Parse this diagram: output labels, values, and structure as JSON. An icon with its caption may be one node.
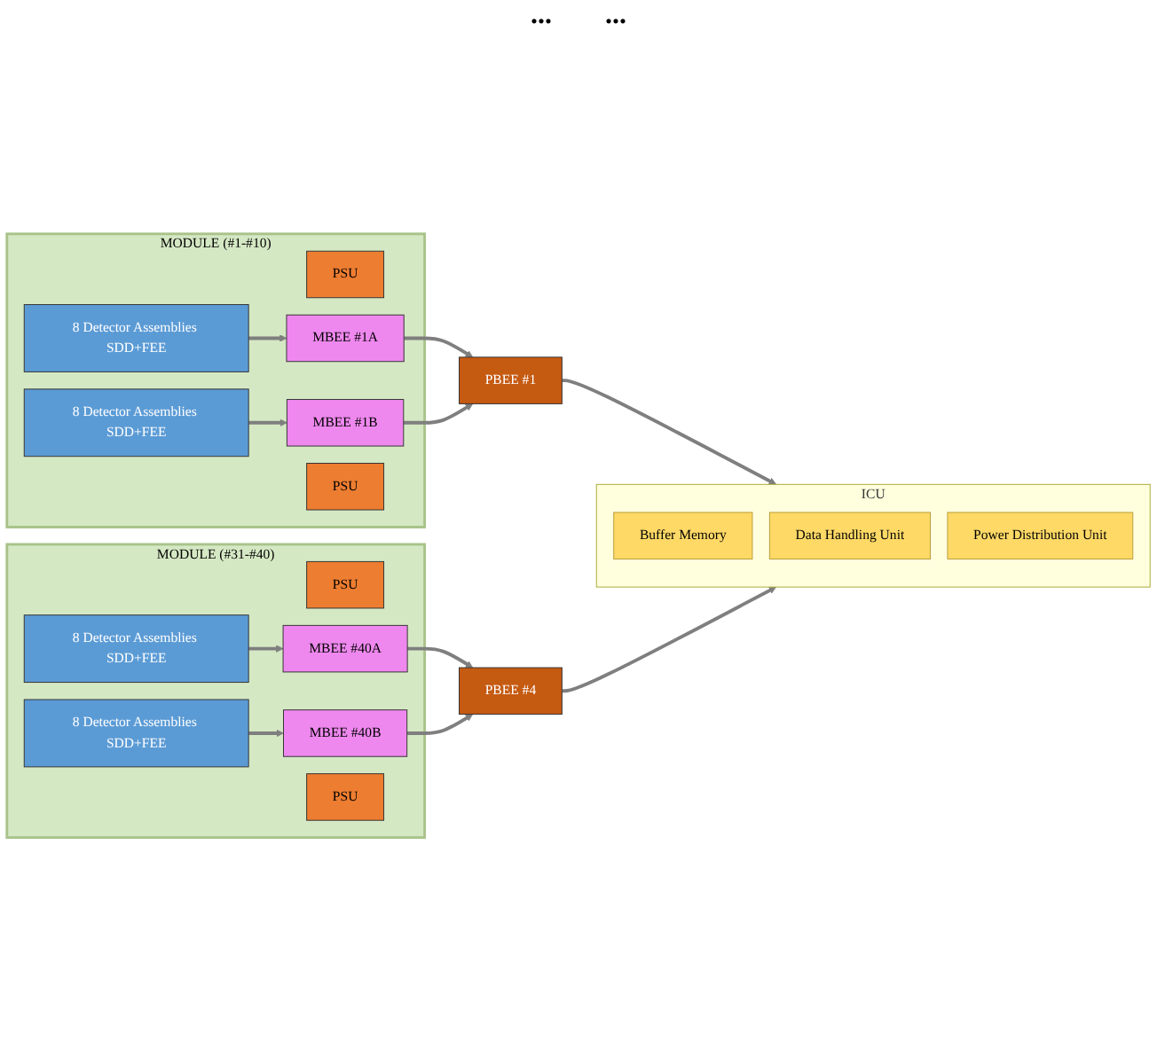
{
  "diagram": {
    "nodes": [
      {
        "text": [
          "MODULE  (#1-#10)"
        ]
      },
      {
        "text": [
          "PSU"
        ],
        "in": 0
      },
      {
        "text": [
          "8 Detector Assemblies SDD+FEE"
        ],
        "in": 0
      },
      {
        "text": [
          "MBEE #1A"
        ],
        "in": 0
      },
      {
        "text": [
          "8 Detector Assemblies SDD+FEE"
        ],
        "in": 0
      },
      {
        "text": [
          "MBEE #1B"
        ],
        "in": 0
      },
      {
        "text": [
          "PSU"
        ],
        "in": 0
      },
      {
        "text": [
          "MODULE  (#31-#40)"
        ]
      },
      {
        "text": [
          "PSU"
        ],
        "in": 7
      },
      {
        "text": [
          "8 Detector Assemblies SDD+FEE"
        ],
        "in": 7
      },
      {
        "text": [
          "MBEE #40A"
        ],
        "in": 7
      },
      {
        "text": [
          "8 Detector Assemblies SDD+FEE"
        ],
        "in": 7
      },
      {
        "text": [
          "MBEE #40B"
        ],
        "in": 7
      },
      {
        "text": [
          "PSU"
        ],
        "in": 7
      },
      {
        "text": [
          "PBEE #1"
        ]
      },
      {
        "text": [
          "PBEE #4"
        ]
      },
      {
        "text": [
          "ICU"
        ]
      },
      {
        "text": [
          "Buffer Memory"
        ],
        "in": 16
      },
      {
        "text": [
          "Data Handling Unit"
        ],
        "in": 16
      },
      {
        "text": [
          "Power Distribution Unit"
        ],
        "in": 16
      }
    ],
    "edges": [
      {
        "from": 2,
        "to": 3,
        "arrow": "to"
      },
      {
        "from": 4,
        "to": 5,
        "arrow": "to"
      },
      {
        "from": 3,
        "to": 14,
        "arrow": "to"
      },
      {
        "from": 5,
        "to": 14,
        "arrow": "to"
      },
      {
        "from": 14,
        "to": 16,
        "arrow": "to"
      },
      {
        "from": 9,
        "to": 10,
        "arrow": "to"
      },
      {
        "from": 11,
        "to": 12,
        "arrow": "to"
      },
      {
        "from": 10,
        "to": 15,
        "arrow": "to"
      },
      {
        "from": 12,
        "to": 15,
        "arrow": "to"
      },
      {
        "from": 15,
        "to": 16,
        "arrow": "to"
      }
    ],
    "labels": [
      "...",
      "..."
    ]
  }
}
